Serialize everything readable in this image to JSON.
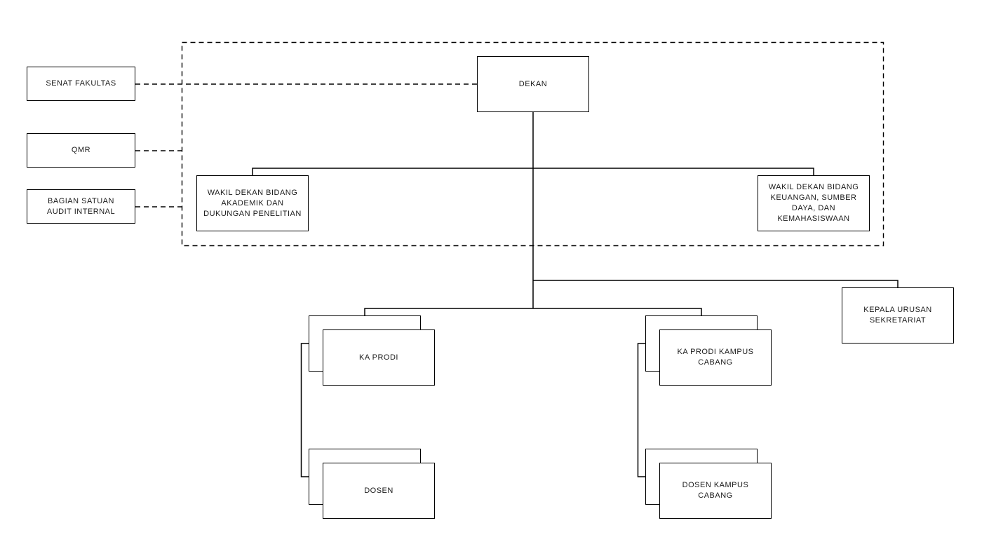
{
  "diagram": {
    "type": "org-chart",
    "colors": {
      "background": "#ffffff",
      "line": "#000000",
      "box_border": "#000000",
      "box_fill": "#ffffff",
      "text": "#1a1a1a"
    },
    "nodes": {
      "senat_fakultas": {
        "label": "SENAT FAKULTAS"
      },
      "qmr": {
        "label": "QMR"
      },
      "bagian_satuan_audit_internal": {
        "label": "BAGIAN SATUAN\nAUDIT INTERNAL"
      },
      "dekan": {
        "label": "DEKAN"
      },
      "wakil_dekan_akademik": {
        "label": "WAKIL DEKAN BIDANG\nAKADEMIK DAN\nDUKUNGAN PENELITIAN"
      },
      "wakil_dekan_keuangan": {
        "label": "WAKIL DEKAN BIDANG\nKEUANGAN, SUMBER\nDAYA, DAN\nKEMAHASISWAAN"
      },
      "kepala_urusan_sekretariat": {
        "label": "KEPALA URUSAN\nSEKRETARIAT"
      },
      "ka_prodi": {
        "label": "KA PRODI",
        "stacked": true
      },
      "dosen": {
        "label": "DOSEN",
        "stacked": true
      },
      "ka_prodi_kampus_cabang": {
        "label": "KA PRODI KAMPUS\nCABANG",
        "stacked": true
      },
      "dosen_kampus_cabang": {
        "label": "DOSEN KAMPUS\nCABANG",
        "stacked": true
      }
    },
    "edges": [
      {
        "from": "senat_fakultas",
        "to": "dekan",
        "style": "dashed"
      },
      {
        "from": "qmr",
        "to": "dekan",
        "style": "dashed"
      },
      {
        "from": "bagian_satuan_audit_internal",
        "to": "dekan",
        "style": "dashed"
      },
      {
        "from": "dekan",
        "to": "wakil_dekan_akademik",
        "style": "solid"
      },
      {
        "from": "dekan",
        "to": "wakil_dekan_keuangan",
        "style": "solid"
      },
      {
        "from": "dekan",
        "to": "kepala_urusan_sekretariat",
        "style": "solid"
      },
      {
        "from": "dekan",
        "to": "ka_prodi",
        "style": "solid"
      },
      {
        "from": "dekan",
        "to": "ka_prodi_kampus_cabang",
        "style": "solid"
      },
      {
        "from": "ka_prodi",
        "to": "dosen",
        "style": "solid"
      },
      {
        "from": "ka_prodi_kampus_cabang",
        "to": "dosen_kampus_cabang",
        "style": "solid"
      }
    ]
  }
}
